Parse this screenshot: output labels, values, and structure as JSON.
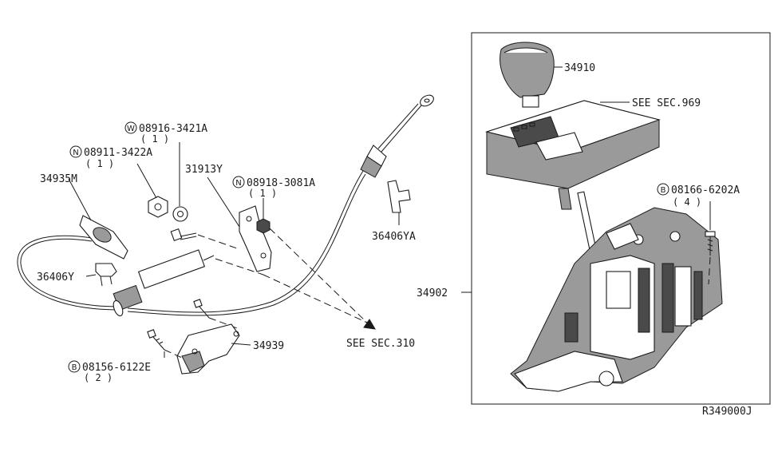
{
  "labels": {
    "p34910": "34910",
    "see969": "SEE SEC.969",
    "p08916": "08916-3421A",
    "p08916_qty": "( 1 )",
    "p08916_prefix": "W",
    "p08911": "08911-3422A",
    "p08911_qty": "( 1 )",
    "p08911_prefix": "N",
    "p34935m": "34935M",
    "p31913y": "31913Y",
    "p08918": "08918-3081A",
    "p08918_qty": "( 1 )",
    "p08918_prefix": "N",
    "p36406ya": "36406YA",
    "p08166": "08166-6202A",
    "p08166_qty": "( 4 )",
    "p08166_prefix": "B",
    "p36406y": "36406Y",
    "p34902": "34902",
    "p34939": "34939",
    "see310": "SEE SEC.310",
    "p08156": "08156-6122E",
    "p08156_qty": "( 2 )",
    "p08156_prefix": "B",
    "ref": "R349000J"
  }
}
